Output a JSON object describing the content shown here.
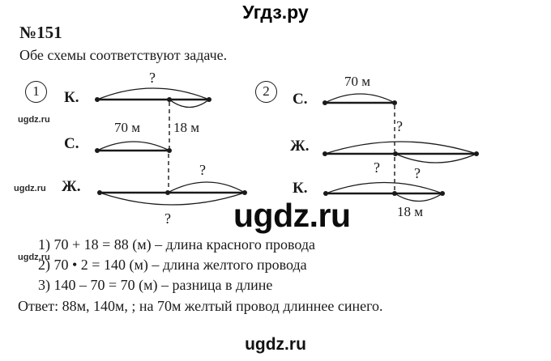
{
  "site": {
    "header_logo": "Угдз.ру",
    "footer_logo": "ugdz.ru",
    "watermark_big": "ugdz.ru",
    "watermark_small": "ugdz.ru"
  },
  "exercise": {
    "number": "№151",
    "statement": "Обе схемы соответствуют задаче."
  },
  "schemes": [
    {
      "badge": "1",
      "rows": [
        {
          "label": "К.",
          "top_label": "?",
          "mid_label": "18 м"
        },
        {
          "label": "С.",
          "top_label": "70 м"
        },
        {
          "label": "Ж.",
          "top_label": "?",
          "bottom_label": "?"
        }
      ]
    },
    {
      "badge": "2",
      "rows": [
        {
          "label": "С.",
          "top_label": "70 м"
        },
        {
          "label": "Ж.",
          "top_label": "?",
          "bottom_label": "?"
        },
        {
          "label": "К.",
          "top_label": "?",
          "left_label": "?",
          "bottom_label": "18 м"
        }
      ]
    }
  ],
  "solution": {
    "steps": [
      "1) 70 + 18 = 88 (м) – длина красного провода",
      "2) 70 • 2 = 140 (м) – длина желтого провода",
      "3) 140 – 70 = 70 (м) – разница в длине"
    ],
    "answer": "Ответ: 88м, 140м, ; на 70м желтый провод длиннее синего."
  }
}
